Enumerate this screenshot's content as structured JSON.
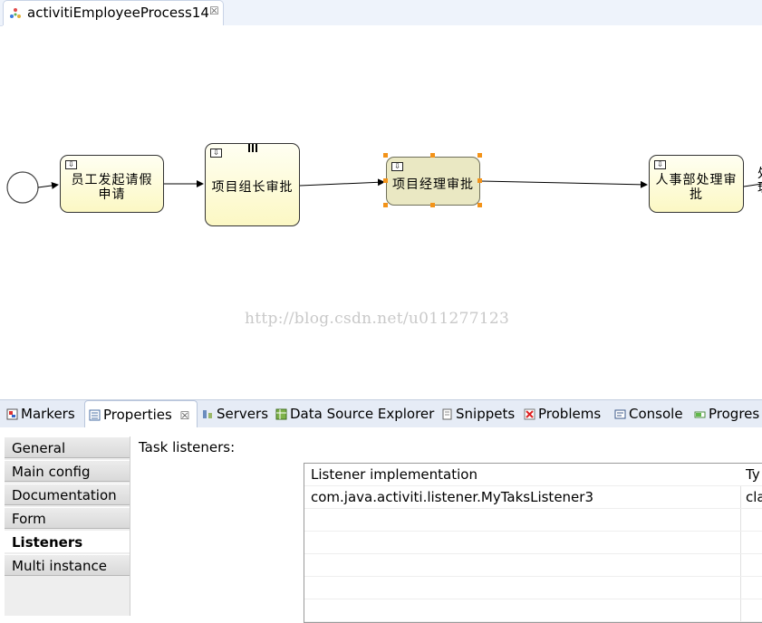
{
  "editor": {
    "tab_title": "activitiEmployeeProcess14",
    "close_glyph": "☒"
  },
  "diagram": {
    "tasks": [
      {
        "label": "员工发起请假申请",
        "line1": "员工发起请假",
        "line2": "申请"
      },
      {
        "label": "项目组长审批",
        "multi_instance": true
      },
      {
        "label": "项目经理审批",
        "selected": true
      },
      {
        "label": "人事部处理审批",
        "line1": "人事部处理审",
        "line2": "批"
      }
    ],
    "cutoff_text": [
      "处",
      "理"
    ]
  },
  "watermark": "http://blog.csdn.net/u011277123",
  "views": {
    "tabs": [
      {
        "label": "Markers",
        "icon": "markers-icon"
      },
      {
        "label": "Properties",
        "icon": "properties-icon",
        "active": true
      },
      {
        "label": "Servers",
        "icon": "servers-icon"
      },
      {
        "label": "Data Source Explorer",
        "icon": "data-source-icon"
      },
      {
        "label": "Snippets",
        "icon": "snippets-icon"
      },
      {
        "label": "Problems",
        "icon": "problems-icon"
      },
      {
        "label": "Console",
        "icon": "console-icon"
      },
      {
        "label": "Progres",
        "icon": "progress-icon"
      }
    ],
    "close_glyph": "☒"
  },
  "properties": {
    "sections": [
      "General",
      "Main config",
      "Documentation",
      "Form",
      "Listeners",
      "Multi instance"
    ],
    "active_section": "Listeners",
    "task_listeners_label": "Task listeners:",
    "table": {
      "columns": [
        "Listener implementation",
        "Ty"
      ],
      "rows": [
        [
          "com.java.activiti.listener.MyTaksListener3",
          "cla"
        ]
      ]
    }
  },
  "colors": {
    "task_fill": "#fcf8c4",
    "task_selected_fill": "#eae8c3",
    "selection_handle": "#f39319",
    "view_tabbar": "#e6ecf6"
  }
}
